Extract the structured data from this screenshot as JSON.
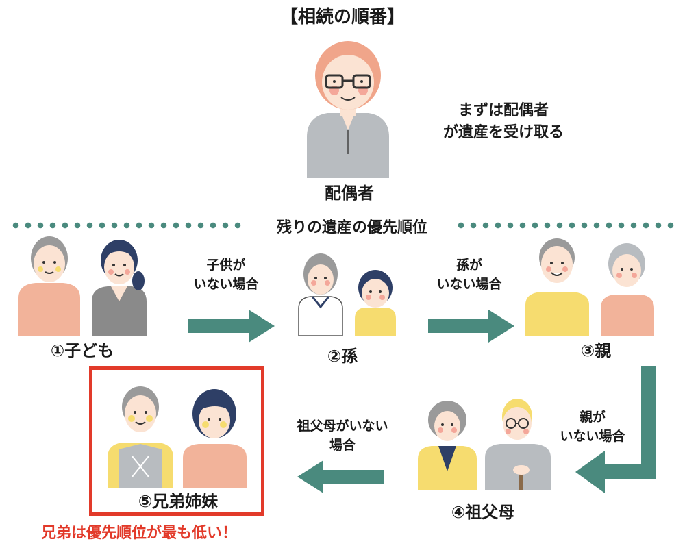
{
  "title": "【相続の順番】",
  "spouse": {
    "label": "配偶者",
    "note_line1": "まずは配偶者",
    "note_line2": "が遺産を受け取る"
  },
  "divider_label": "残りの遺産の優先順位",
  "groups": {
    "children": "①子ども",
    "grandchildren": "②孫",
    "parents": "③親",
    "grandparents": "④祖父母",
    "siblings": "⑤兄弟姉妹"
  },
  "conditions": {
    "no_children_line1": "子供が",
    "no_children_line2": "いない場合",
    "no_grandchildren_line1": "孫が",
    "no_grandchildren_line2": "いない場合",
    "no_parents_line1": "親が",
    "no_parents_line2": "いない場合",
    "no_grandparents_line1": "祖父母がいない",
    "no_grandparents_line2": "場合"
  },
  "warning": "兄弟は優先順位が最も低い！",
  "colors": {
    "arrow": "#4a8a7e",
    "highlight": "#e23a2a",
    "skin": "#fbe3d3",
    "cheek": "#f4a79a",
    "orange_shirt": "#f2b39a",
    "yellow_shirt": "#f6dc6f",
    "gray_shirt": "#8a8a8a",
    "light_gray_shirt": "#b8bcc0",
    "hair_dark": "#2e3f66",
    "hair_gray": "#9a9a9a",
    "hair_orange": "#f0a58a"
  }
}
